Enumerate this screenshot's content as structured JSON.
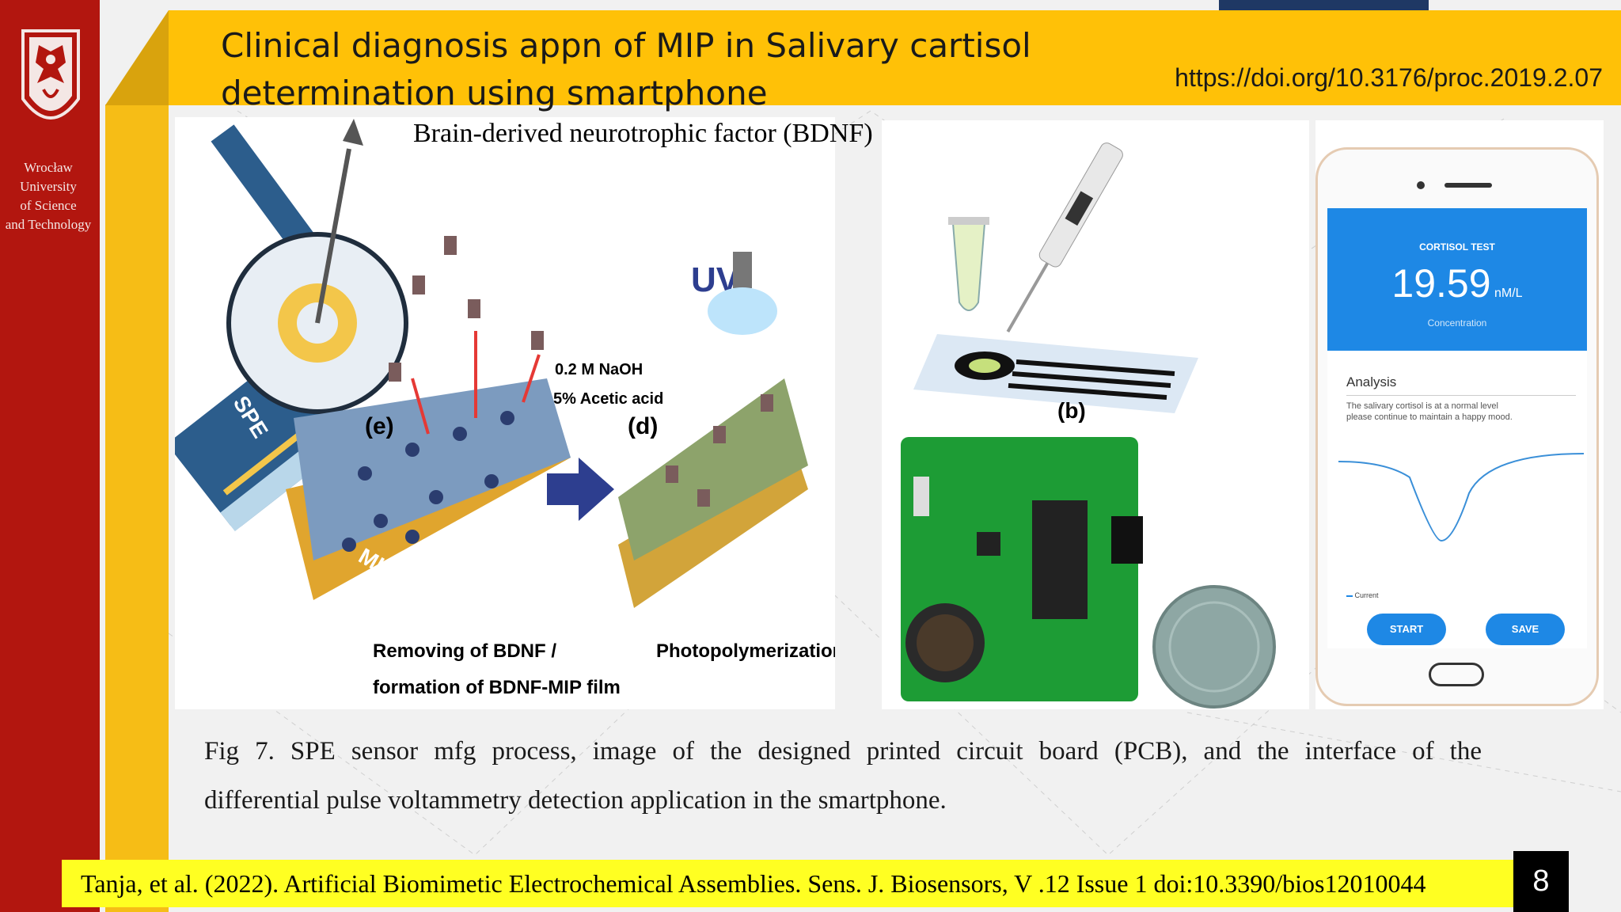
{
  "header": {
    "title_line1": "Clinical diagnosis appn of MIP in Salivary cartisol",
    "title_line2": "determination using smartphone",
    "doi": "https://doi.org/10.3176/proc.2019.2.07"
  },
  "sidebar": {
    "university_lines": [
      "Wrocław",
      "University",
      "of Science",
      "and Technology"
    ]
  },
  "figure_left": {
    "heading": "Brain-derived neurotrophic factor (BDNF)",
    "spe_label": "SPE",
    "label_e": "(e)",
    "label_d": "(d)",
    "uv_label": "UV",
    "naoh_line1": "0.2 M NaOH",
    "naoh_line2": "5% Acetic acid",
    "mip_label": "MIP-SPE",
    "removing_line1": "Removing of BDNF /",
    "removing_line2": "formation of BDNF-MIP film",
    "photopoly": "Photopolymerization"
  },
  "figure_mid": {
    "label_b": "(b)"
  },
  "phone": {
    "test_title": "CORTISOL TEST",
    "value": "19.59",
    "unit": "nM/L",
    "sub_label": "Concentration",
    "analysis_heading": "Analysis",
    "analysis_line1": "The salivary cortisol is at a normal level",
    "analysis_line2": "please continue to maintain a happy mood.",
    "legend": "Current",
    "start_label": "START",
    "save_label": "SAVE"
  },
  "caption": {
    "line1": "Fig 7. SPE sensor mfg process, image of the designed printed circuit board (PCB), and the interface of the",
    "line2": "differential pulse voltammetry  detection application in the smartphone."
  },
  "citation": "Tanja, et al. (2022). Artificial Biomimetic Electrochemical Assemblies. Sens. J. Biosensors,  V .12  Issue 1  doi:10.3390/bios12010044",
  "page_number": "8",
  "colors": {
    "sidebar_red": "#b2160f",
    "header_yellow": "#ffc107",
    "citation_yellow": "#ffff22",
    "phone_blue": "#1e88e5"
  }
}
